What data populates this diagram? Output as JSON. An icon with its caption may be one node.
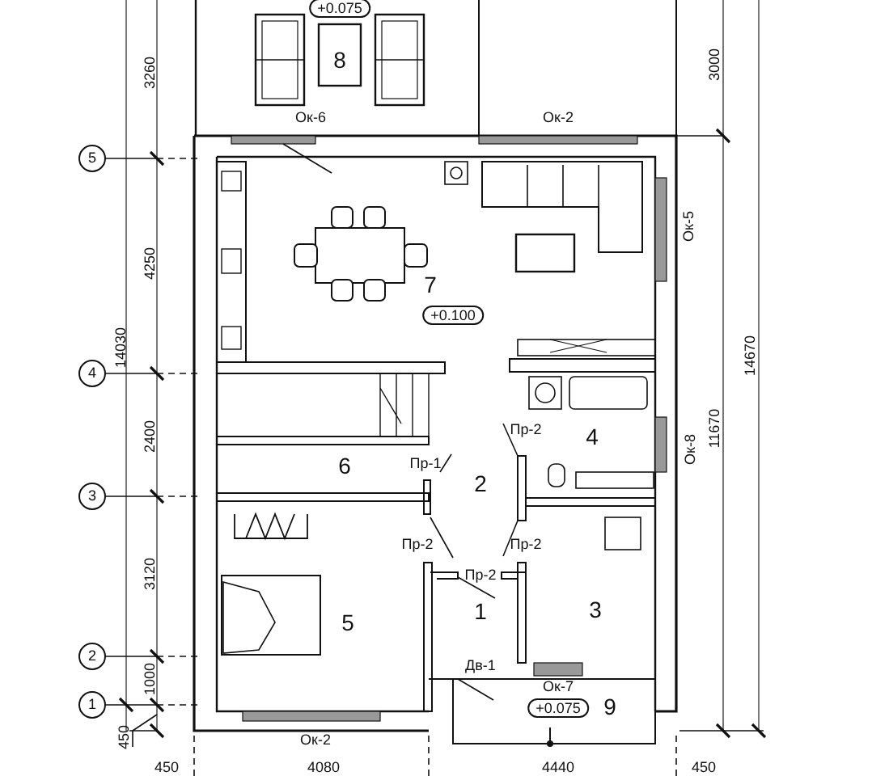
{
  "diagram": {
    "nodes": [
      {
        "text": [
          "+0.075"
        ]
      },
      {
        "text": [
          "5"
        ]
      },
      {
        "text": [
          "+0.100"
        ]
      },
      {
        "text": [
          "4"
        ]
      },
      {
        "text": [
          "3"
        ]
      },
      {
        "text": [
          "2"
        ]
      },
      {
        "text": [
          "1"
        ]
      },
      {
        "text": [
          "+0.075"
        ]
      }
    ],
    "labels": [
      "8",
      "3260",
      "3000",
      "Ок-6",
      "Ок-2",
      "Ок-5",
      "4250",
      "14030",
      "7",
      "14670",
      "Пр-2",
      "4",
      "2400",
      "11670",
      "Ок-8",
      "6",
      "Пр-1",
      "2",
      "Пр-2",
      "Пр-2",
      "3120",
      "Пр-2",
      "1",
      "5",
      "3",
      "Дв-1",
      "1000",
      "Ок-7",
      "9",
      "Ок-2",
      "450",
      "450",
      "4080",
      "4440",
      "450"
    ]
  }
}
